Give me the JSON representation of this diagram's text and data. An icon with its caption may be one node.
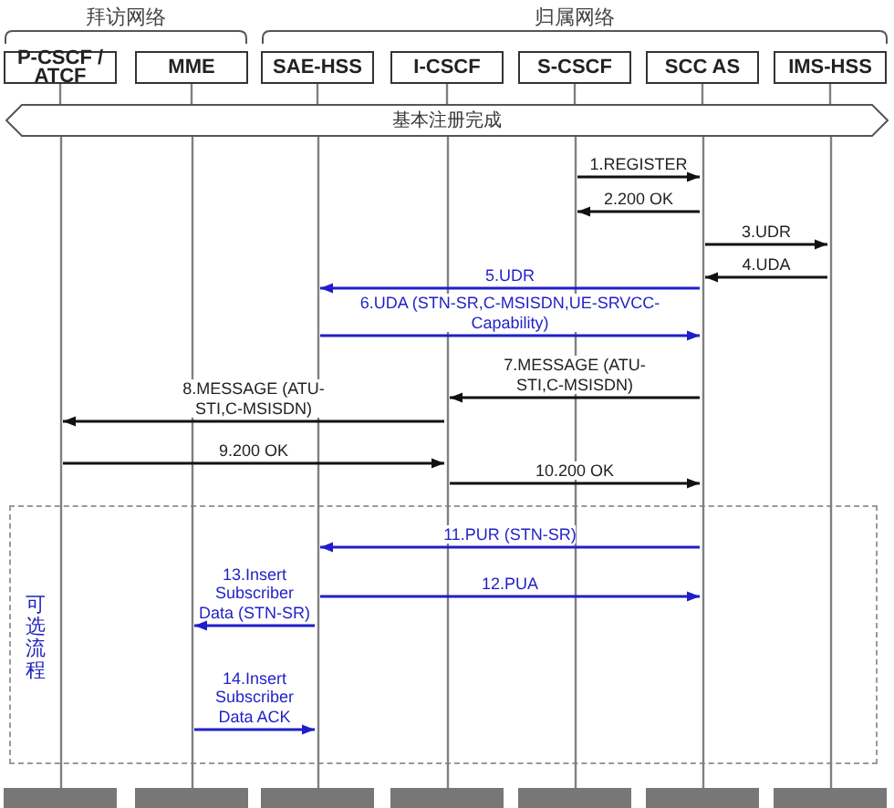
{
  "diagram": {
    "nodes": [
      {
        "text": [
          "P-CSCF / ATCF"
        ]
      },
      {
        "text": [
          "MME"
        ]
      },
      {
        "text": [
          "SAE-HSS"
        ]
      },
      {
        "text": [
          "I-CSCF"
        ]
      },
      {
        "text": [
          "S-CSCF"
        ]
      },
      {
        "text": [
          "SCC AS"
        ]
      },
      {
        "text": [
          "IMS-HSS"
        ]
      },
      {
        "text": [
          "基本注册完成"
        ]
      },
      {
        "text": [],
        "shape": "line"
      },
      {
        "text": [],
        "shape": "line"
      },
      {
        "text": [],
        "shape": "line"
      },
      {
        "text": [],
        "shape": "line"
      },
      {
        "text": [],
        "shape": "line"
      },
      {
        "text": [],
        "shape": "line"
      },
      {
        "text": [],
        "shape": "line"
      },
      {
        "text": [],
        "shape": "bar"
      },
      {
        "text": [],
        "shape": "bar"
      },
      {
        "text": [],
        "shape": "bar"
      },
      {
        "text": [],
        "shape": "bar"
      },
      {
        "text": [],
        "shape": "bar"
      },
      {
        "text": [],
        "shape": "bar"
      },
      {
        "text": [],
        "shape": "bar"
      }
    ],
    "edges": [
      {
        "from": 12,
        "to": 13,
        "arrow": "to",
        "label": "1.REGISTER"
      },
      {
        "from": 13,
        "to": 12,
        "arrow": "to",
        "label": "2.200 OK"
      },
      {
        "from": 13,
        "to": 14,
        "arrow": "to",
        "label": "3.UDR"
      },
      {
        "from": 14,
        "to": 13,
        "arrow": "to",
        "label": "4.UDA"
      },
      {
        "from": 13,
        "to": 10,
        "arrow": "to",
        "label": "5.UDR",
        "color": "#1f1fc8"
      },
      {
        "from": 10,
        "to": 13,
        "arrow": "to",
        "label": "6.UDA (STN-SR,C-MSISDN,UE-SRVCC-Capability)",
        "color": "#1f1fc8"
      },
      {
        "from": 13,
        "to": 11,
        "arrow": "to",
        "label": "7.MESSAGE (ATU-STI,C-MSISDN)"
      },
      {
        "from": 11,
        "to": 8,
        "arrow": "to",
        "label": "8.MESSAGE (ATU-STI,C-MSISDN)"
      },
      {
        "from": 8,
        "to": 11,
        "arrow": "to",
        "label": "9.200 OK"
      },
      {
        "from": 11,
        "to": 13,
        "arrow": "to",
        "label": "10.200 OK"
      },
      {
        "from": 13,
        "to": 10,
        "arrow": "to",
        "label": "11.PUR (STN-SR)",
        "color": "#1f1fc8"
      },
      {
        "from": 10,
        "to": 13,
        "arrow": "to",
        "label": "12.PUA",
        "color": "#1f1fc8"
      },
      {
        "from": 10,
        "to": 9,
        "arrow": "to",
        "label": "13.Insert Subscriber Data (STN-SR)",
        "color": "#1f1fc8"
      },
      {
        "from": 9,
        "to": 10,
        "arrow": "to",
        "label": "14.Insert Subscriber Data ACK",
        "color": "#1f1fc8"
      },
      {
        "from": 0,
        "to": 7,
        "arrow": "none",
        "color": "#808080"
      },
      {
        "from": 1,
        "to": 7,
        "arrow": "none",
        "color": "#808080"
      },
      {
        "from": 2,
        "to": 7,
        "arrow": "none",
        "color": "#808080"
      },
      {
        "from": 3,
        "to": 7,
        "arrow": "none",
        "color": "#808080"
      },
      {
        "from": 4,
        "to": 7,
        "arrow": "none",
        "color": "#808080"
      },
      {
        "from": 5,
        "to": 7,
        "arrow": "none",
        "color": "#808080"
      },
      {
        "from": 6,
        "to": 7,
        "arrow": "none",
        "color": "#808080"
      }
    ],
    "labels": [
      "拜访网络",
      "归属网络",
      "可选流程"
    ]
  }
}
